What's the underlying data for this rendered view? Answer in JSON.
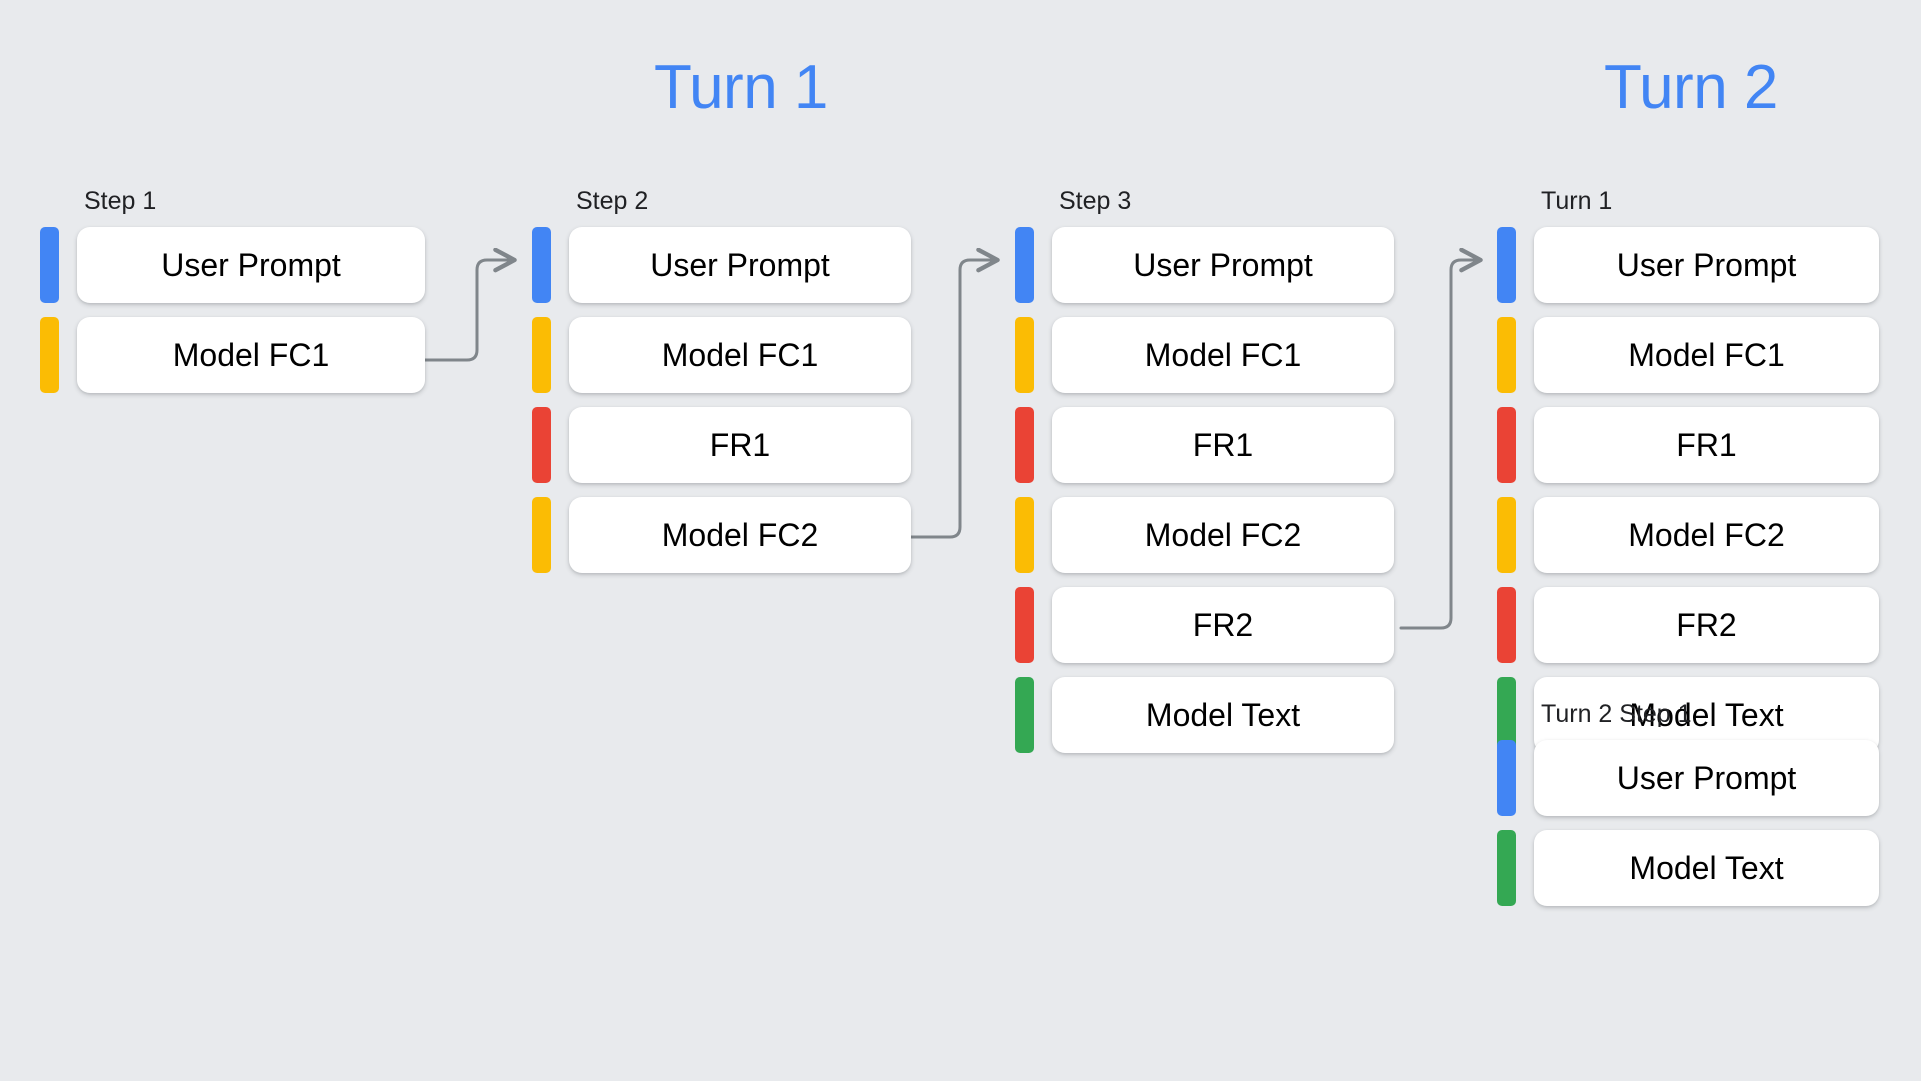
{
  "background_color": "#e8eaed",
  "accent_color": "#4285f4",
  "titles": {
    "turn1": "Turn 1",
    "turn2": "Turn 2"
  },
  "palette": {
    "user_prompt": "#4285f4",
    "model_fc": "#fbbc04",
    "function_response": "#ea4335",
    "model_text": "#34a853",
    "card_bg": "#ffffff",
    "text": "#000000",
    "label_text": "#202124",
    "connector": "#80868b"
  },
  "legend_roles": {
    "blue": "user-prompt",
    "yellow": "model-function-call",
    "red": "function-response",
    "green": "model-text"
  },
  "columns": [
    {
      "id": "step1",
      "label": "Step 1",
      "rows": [
        {
          "label": "User Prompt",
          "color": "#4285f4",
          "role": "user-prompt"
        },
        {
          "label": "Model FC1",
          "color": "#fbbc04",
          "role": "model-function-call"
        }
      ]
    },
    {
      "id": "step2",
      "label": "Step 2",
      "rows": [
        {
          "label": "User Prompt",
          "color": "#4285f4",
          "role": "user-prompt"
        },
        {
          "label": "Model FC1",
          "color": "#fbbc04",
          "role": "model-function-call"
        },
        {
          "label": "FR1",
          "color": "#ea4335",
          "role": "function-response"
        },
        {
          "label": "Model FC2",
          "color": "#fbbc04",
          "role": "model-function-call"
        }
      ]
    },
    {
      "id": "step3",
      "label": "Step 3",
      "rows": [
        {
          "label": "User Prompt",
          "color": "#4285f4",
          "role": "user-prompt"
        },
        {
          "label": "Model FC1",
          "color": "#fbbc04",
          "role": "model-function-call"
        },
        {
          "label": "FR1",
          "color": "#ea4335",
          "role": "function-response"
        },
        {
          "label": "Model FC2",
          "color": "#fbbc04",
          "role": "model-function-call"
        },
        {
          "label": "FR2",
          "color": "#ea4335",
          "role": "function-response"
        },
        {
          "label": "Model Text",
          "color": "#34a853",
          "role": "model-text"
        }
      ]
    },
    {
      "id": "turn2-history",
      "label": "Turn 1",
      "rows": [
        {
          "label": "User Prompt",
          "color": "#4285f4",
          "role": "user-prompt"
        },
        {
          "label": "Model FC1",
          "color": "#fbbc04",
          "role": "model-function-call"
        },
        {
          "label": "FR1",
          "color": "#ea4335",
          "role": "function-response"
        },
        {
          "label": "Model FC2",
          "color": "#fbbc04",
          "role": "model-function-call"
        },
        {
          "label": "FR2",
          "color": "#ea4335",
          "role": "function-response"
        },
        {
          "label": "Model Text",
          "color": "#34a853",
          "role": "model-text"
        }
      ]
    },
    {
      "id": "turn2-step1",
      "label": "Turn 2 Step 1",
      "rows": [
        {
          "label": "User Prompt",
          "color": "#4285f4",
          "role": "user-prompt"
        },
        {
          "label": "Model Text",
          "color": "#34a853",
          "role": "model-text"
        }
      ]
    }
  ],
  "connectors": [
    {
      "id": "step1-to-step2",
      "from": "step1.Model FC1",
      "to": "step2.User Prompt"
    },
    {
      "id": "step2-to-step3",
      "from": "step2.Model FC2",
      "to": "step3.User Prompt"
    },
    {
      "id": "step3-to-turn2",
      "from": "step3.FR2",
      "to": "turn2-history.User Prompt"
    }
  ]
}
